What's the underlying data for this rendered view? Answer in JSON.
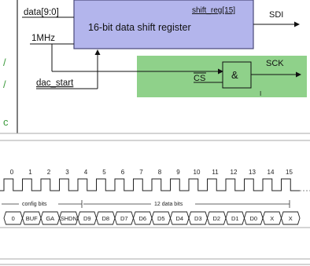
{
  "top_block": {
    "input_bus": "data[9:0]",
    "clock": "1MHz",
    "start": "dac_start",
    "register": "16-bit data shift register",
    "reg_msb": "shift_reg[15]",
    "output": "SDI",
    "chip_select": "CS",
    "gate": "&",
    "clock_out": "SCK",
    "gate_small_mark": "I"
  },
  "left_fragments": [
    "/",
    "/",
    "c"
  ],
  "timing": {
    "bit_numbers": [
      "0",
      "1",
      "2",
      "3",
      "4",
      "5",
      "6",
      "7",
      "8",
      "9",
      "10",
      "11",
      "12",
      "13",
      "14",
      "15"
    ],
    "config_label": "config bits",
    "data_label": "12 data bits",
    "cells": [
      "0",
      "BUF",
      "GA",
      "SHDN",
      "D9",
      "D8",
      "D7",
      "D6",
      "D5",
      "D4",
      "D3",
      "D2",
      "D1",
      "D0",
      "X",
      "X"
    ]
  },
  "colors": {
    "register_fill": "#b3b5ec",
    "gate_area_fill": "#8fd18a",
    "left_text": "#3c9a3c"
  }
}
